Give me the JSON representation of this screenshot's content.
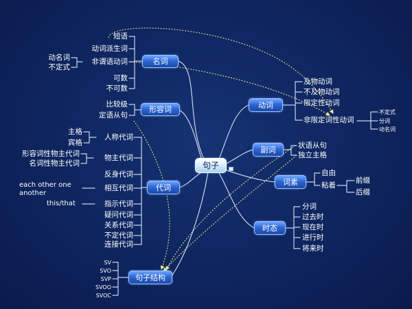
{
  "root": "句子",
  "main": {
    "noun": "名词",
    "adj": "形容词",
    "pron": "代词",
    "sentence_structure": "句子结构",
    "verb": "动词",
    "adverb": "副词",
    "morpheme": "词素",
    "tense": "时态"
  },
  "noun_items": [
    "短语",
    "动词派生词",
    "非谓语动词",
    "可数",
    "不可数"
  ],
  "nonfinite_items": [
    "动名词",
    "不定式"
  ],
  "adj_items": [
    "比较级",
    "定语从句"
  ],
  "pron_items": [
    "人称代词",
    "物主代词",
    "反身代词",
    "相互代词",
    "指示代词",
    "疑问代词",
    "关系代词",
    "不定代词",
    "连接代词"
  ],
  "personal_items": [
    "主格",
    "宾格"
  ],
  "possessive_items": [
    "形容词性物主代词",
    "名词性物主代词"
  ],
  "reciprocal_items": [
    "each other one",
    "another"
  ],
  "demonstrative_items": [
    "this/that"
  ],
  "structure_items": [
    "SV",
    "SVO",
    "SVP",
    "SVOO",
    "SVOC"
  ],
  "verb_items": [
    "及物动词",
    "不及物动词",
    "限定性动词",
    "非限定词性动词"
  ],
  "verb_nonfinite_items": [
    "不定式",
    "分词",
    "动名词"
  ],
  "adverb_items": [
    "状语从句",
    "独立主格"
  ],
  "morpheme_items": [
    "自由",
    "粘着"
  ],
  "bound_items": [
    "前缀",
    "后缀"
  ],
  "tense_items": [
    "分词",
    "过去时",
    "现在时",
    "进行时",
    "将来时"
  ],
  "colors": {
    "background": "#0f2762",
    "line": "#c8d4ee",
    "arrow": "#f2ef8a",
    "node": "#2f67d6"
  }
}
